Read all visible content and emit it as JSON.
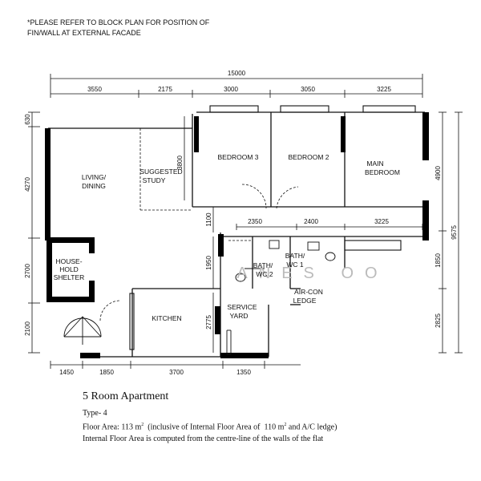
{
  "note": "*PLEASE REFER TO BLOCK PLAN FOR POSITION OF\nFIN/WALL AT EXTERNAL FACADE",
  "dims": {
    "total_width": "15000",
    "top": [
      "3550",
      "2175",
      "3000",
      "3050",
      "3225"
    ],
    "mid": [
      "2350",
      "2400",
      "3225"
    ],
    "bottom": [
      "1450",
      "1850",
      "3700",
      "1350"
    ],
    "left": [
      "630",
      "4270",
      "2700",
      "2100"
    ],
    "right_inner": [
      "4900",
      "1850",
      "2825"
    ],
    "right_total": "9575",
    "study_h": "3800",
    "corr_h": "1100",
    "bath_h": "1950",
    "kitchen_h": "2775"
  },
  "rooms": {
    "living": [
      "LIVING/",
      "DINING"
    ],
    "study": [
      "SUGGESTED",
      "STUDY"
    ],
    "bed3": "BEDROOM 3",
    "bed2": "BEDROOM 2",
    "master": [
      "MAIN",
      "BEDROOM"
    ],
    "shelter": [
      "HOUSE-",
      "HOLD",
      "SHELTER"
    ],
    "bath2": [
      "BATH/",
      "WC 2"
    ],
    "bath1": [
      "BATH/",
      "WC 1"
    ],
    "aircon": [
      "AIR-CON",
      "LEDGE"
    ],
    "kitchen": "KITCHEN",
    "service": [
      "SERVICE",
      "YARD"
    ]
  },
  "watermark": "ANES   OO",
  "caption": {
    "title": "5 Room Apartment",
    "type": "Type- 4",
    "area_prefix": "Floor Area: 113 m",
    "area_sup": "2",
    "area_mid": "  (inclusive of Internal Floor Area of  110 m",
    "area_sup2": "2",
    "area_suffix": " and A/C ledge)",
    "note": "Internal Floor Area is computed from the centre-line of the walls of the flat"
  },
  "colors": {
    "ink": "#111111",
    "wall": "#000000",
    "watermark": "#bbbbbb"
  }
}
